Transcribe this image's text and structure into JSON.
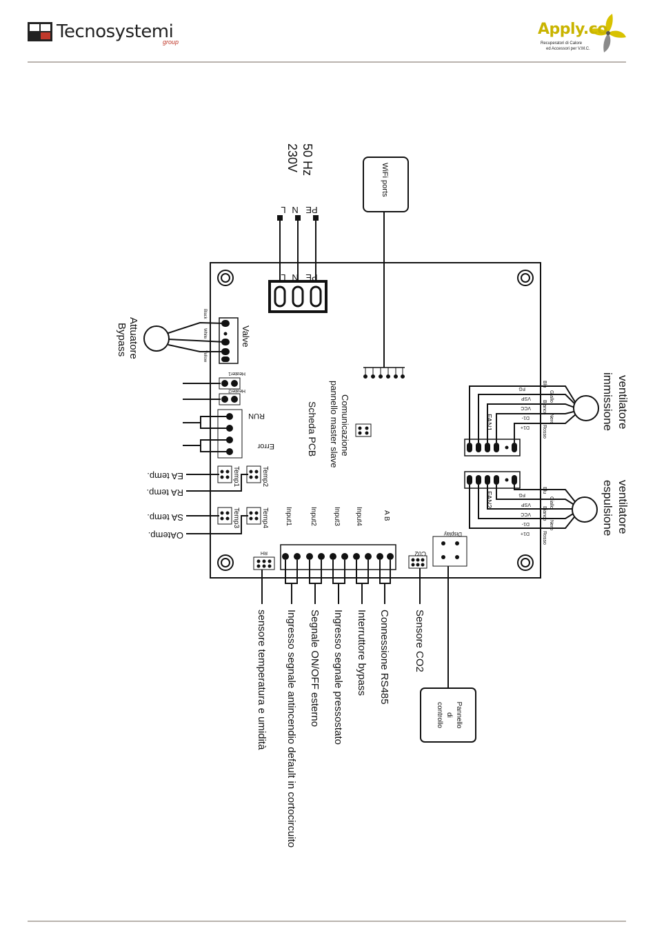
{
  "header": {
    "brand_left_name": "Tecnosystemi",
    "brand_left_group": "group",
    "brand_right_name": "Apply.co",
    "brand_right_tagline_1": "Recuperatori di Calore",
    "brand_right_tagline_2": "ed Accessori per V.M.C."
  },
  "colors": {
    "brand_red": "#c0392b",
    "brand_yellow": "#c9b400",
    "rule": "#b9b3ad"
  },
  "power": {
    "frequency": "50 Hz",
    "voltage": "230V",
    "terminals": [
      "PE",
      "N",
      "L"
    ]
  },
  "wifi": {
    "label": "WiFi ports"
  },
  "pcb": {
    "title": "Scheda PCB",
    "comm_line1": "Comunicazione",
    "comm_line2": "pannello master slave",
    "valve": "Valve",
    "valve_wires": [
      "Black",
      "White",
      "Yellow"
    ],
    "heater1": "Heater1",
    "heater2": "Heater2",
    "run": "RUN",
    "error": "Error",
    "temp1": "Temp1",
    "temp2": "Temp2",
    "temp3": "Temp3",
    "temp4": "Temp4",
    "rh": "RH",
    "inputs": [
      "Input1",
      "Input2",
      "Input3",
      "Input4"
    ],
    "ab": "A  B",
    "co2": "C02",
    "display": "Display",
    "fan1": "FAN1",
    "fan2": "FAN2",
    "fan_pins": [
      "FG",
      "VSP",
      "VCC",
      "D1-",
      "D1+"
    ],
    "wire_colors_1": [
      "Blu",
      "Giallo",
      "Bianco",
      "Rosso"
    ],
    "wire_colors_2": [
      "Nero"
    ]
  },
  "external": {
    "bypass_actuator_line1": "Attuatore",
    "bypass_actuator_line2": "Bypass",
    "ea_temp": "EA temp.",
    "ra_temp": "RA temp.",
    "sa_temp": "SA temp.",
    "oa_temp": "OAtemp.",
    "fan_supply_line1": "ventilatore",
    "fan_supply_line2": "immissione",
    "fan_exhaust_line1": "ventilatore",
    "fan_exhaust_line2": "espulsione",
    "rs485": "Connessione RS485",
    "bypass_switch": "Interruttore bypass",
    "pressure_switch": "Ingresso segnale pressostato",
    "onoff": "Segnale ON/OFF esterno",
    "fire": "Ingresso segnale antincendio default in cortocircuito",
    "temp_humidity": "sensore temperatura e umidità",
    "co2_sensor": "Sensore CO2",
    "panel_line1": "Pannello",
    "panel_line2": "di",
    "panel_line3": "controllo"
  }
}
